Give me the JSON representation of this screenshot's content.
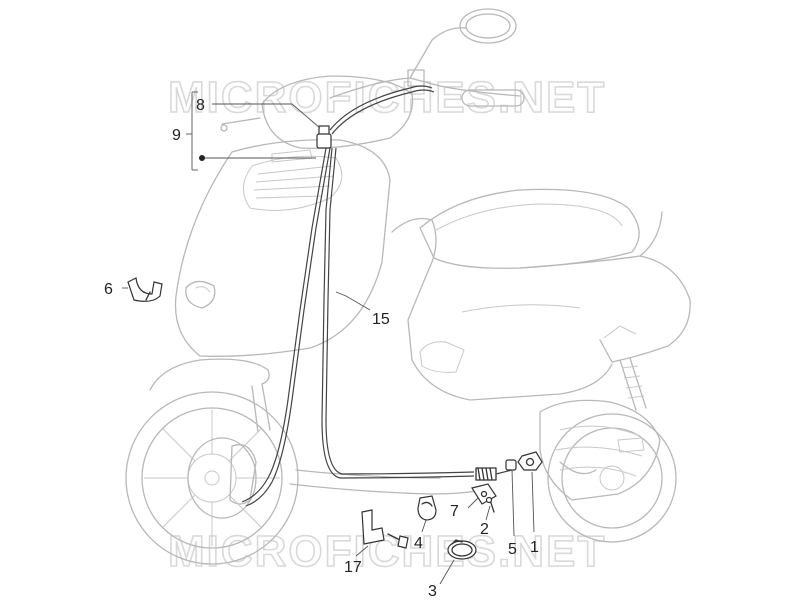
{
  "watermark": {
    "top": "MICROFICHES.NET",
    "bottom": "MICROFICHES.NET"
  },
  "callouts": {
    "p1": "1",
    "p2": "2",
    "p3": "3",
    "p4": "4",
    "p5": "5",
    "p6": "6",
    "p7": "7",
    "p8": "8",
    "p9": "9",
    "p15": "15",
    "p17": "17"
  },
  "colors": {
    "outline": "#b8b8b8",
    "parts": "#333333",
    "watermark": "#d9d9d9"
  }
}
